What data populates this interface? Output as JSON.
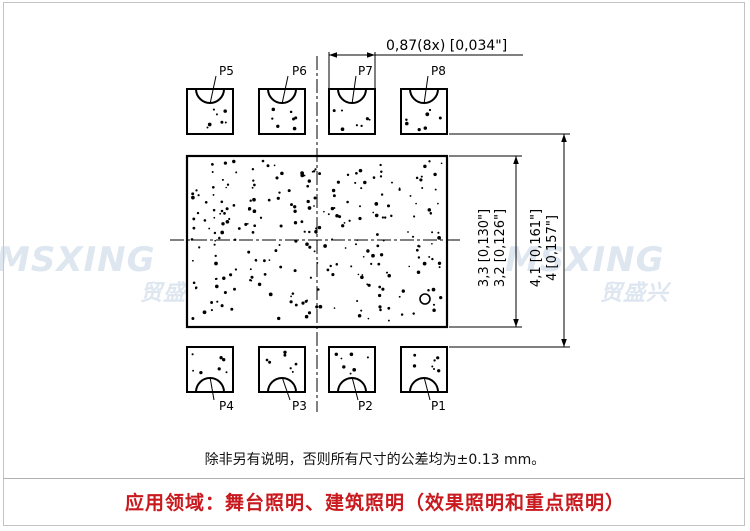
{
  "dimension_top": "0,87(8x) [0,034\"]",
  "dim_inner": {
    "nominal": "3,3",
    "nominal_in": "[0,130\"]",
    "min": "3,2",
    "min_in": "[0,126\"]"
  },
  "dim_outer": {
    "nominal": "4,1",
    "nominal_in": "[0,161\"]",
    "min": "4",
    "min_in": "[0,157\"]"
  },
  "pins_top": [
    "P5",
    "P6",
    "P7",
    "P8"
  ],
  "pins_bottom": [
    "P4",
    "P3",
    "P2",
    "P1"
  ],
  "watermark": {
    "brand": "MSXING",
    "brand_cn": "贸盛兴"
  },
  "note": "除非另有说明，否则所有尺寸的公差均为±0.13 mm。",
  "applications": "应用领域：舞台照明、建筑照明（效果照明和重点照明）"
}
